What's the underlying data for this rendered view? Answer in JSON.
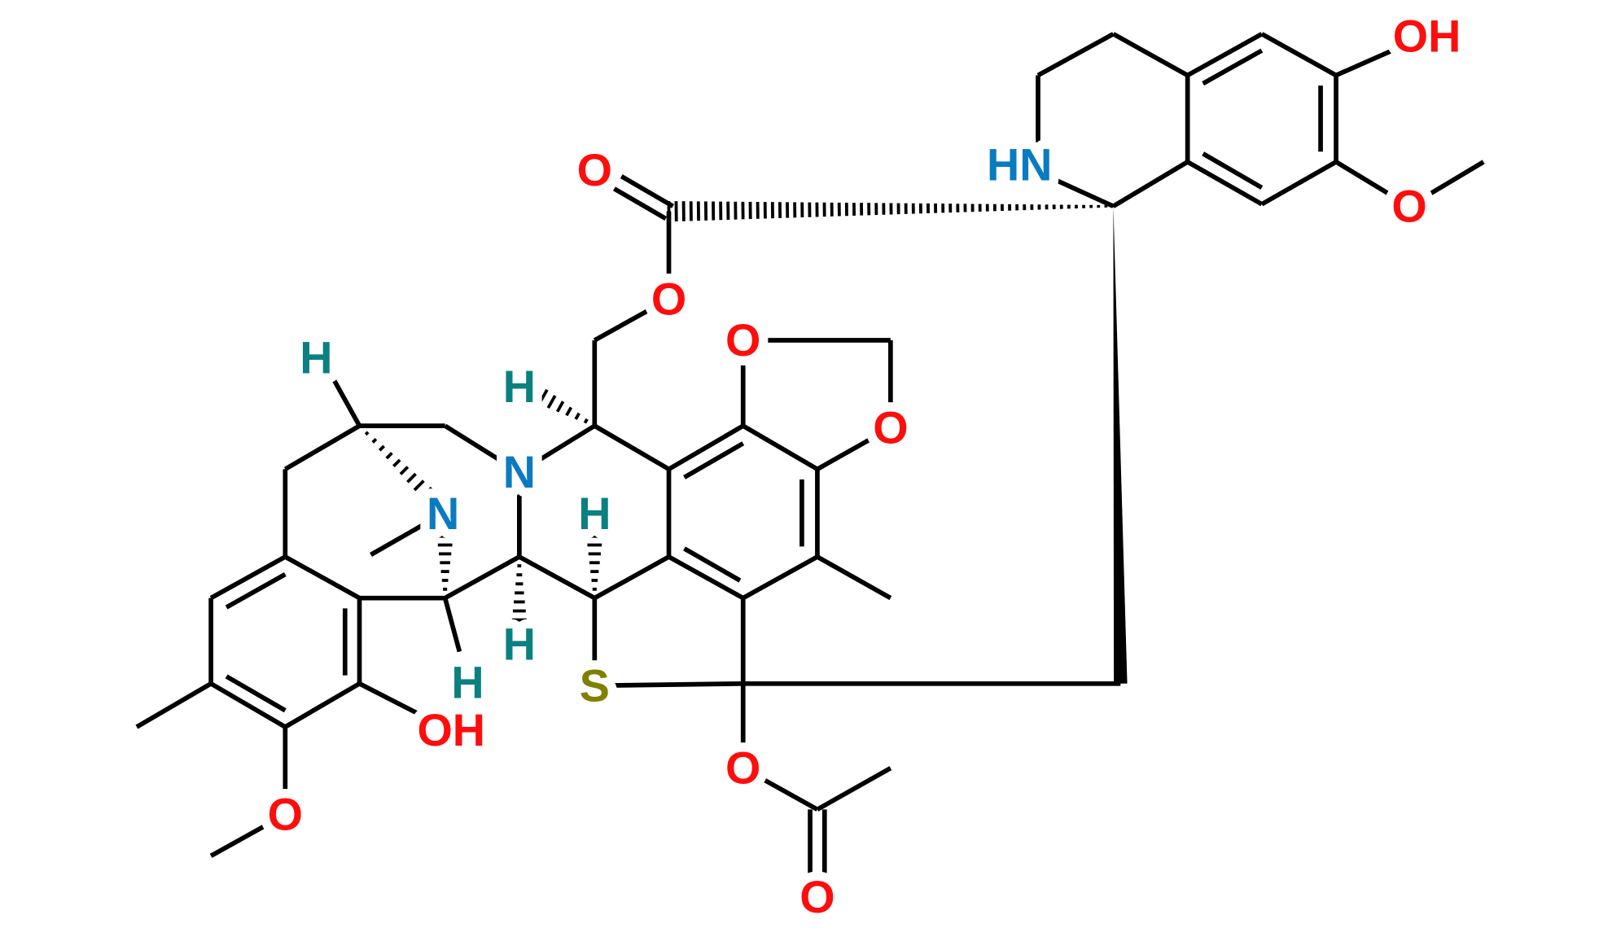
{
  "colors": {
    "oxygen": "#ff0d0d",
    "nitrogen": "#0a7bc1",
    "hydrogen": "#0b8080",
    "sulfur": "#808000",
    "bond": "#000000"
  },
  "atom_labels": [
    "H",
    "H",
    "N",
    "N",
    "H",
    "H",
    "H",
    "OH",
    "S",
    "O",
    "O",
    "O",
    "O",
    "O",
    "O",
    "O",
    "HN",
    "OH",
    "O"
  ]
}
